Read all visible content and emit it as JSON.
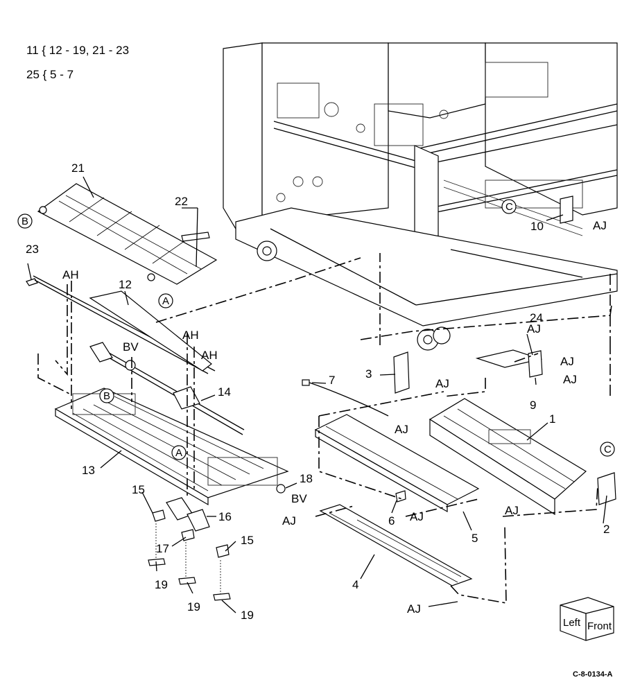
{
  "header": {
    "group1": "11 { 12 - 19, 21 - 23",
    "group2": "25 { 5 - 7"
  },
  "figure_code": "C-8-0134-A",
  "orientation_box": {
    "left": "Left",
    "front": "Front"
  },
  "callouts": {
    "p1": "1",
    "p2": "2",
    "p3": "3",
    "p4": "4",
    "p5": "5",
    "p6": "6",
    "p7": "7",
    "p9": "9",
    "p10": "10",
    "p12": "12",
    "p13": "13",
    "p14": "14",
    "p15a": "15",
    "p15b": "15",
    "p16": "16",
    "p17": "17",
    "p18": "18",
    "p19a": "19",
    "p19b": "19",
    "p19c": "19",
    "p21": "21",
    "p22": "22",
    "p23": "23",
    "p24": "24"
  },
  "connectors": {
    "ah1": "AH",
    "ah2": "AH",
    "ah3": "AH",
    "bv1": "BV",
    "bv2": "BV",
    "aj1": "AJ",
    "aj2": "AJ",
    "aj3": "AJ",
    "aj4": "AJ",
    "aj5": "AJ",
    "aj6": "AJ",
    "aj7": "AJ",
    "aj8": "AJ",
    "aj9": "AJ",
    "aj10": "AJ"
  },
  "circled_refs": {
    "a1": "A",
    "a2": "A",
    "b1": "B",
    "b2": "B",
    "c1": "C",
    "c2": "C"
  }
}
